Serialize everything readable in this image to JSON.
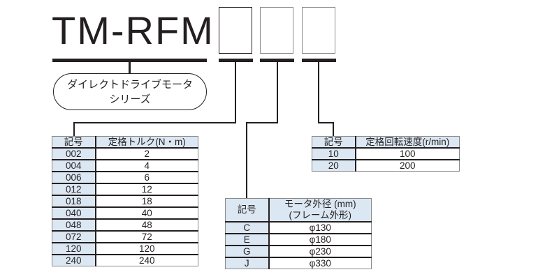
{
  "model": {
    "prefix": "TM-RFM",
    "series_label_line1": "ダイレクトドライブモータ",
    "series_label_line2": "シリーズ"
  },
  "torque_table": {
    "header_code": "記号",
    "header_value": "定格トルク(N・m)",
    "rows": [
      {
        "code": "002",
        "value": "2"
      },
      {
        "code": "004",
        "value": "4"
      },
      {
        "code": "006",
        "value": "6"
      },
      {
        "code": "012",
        "value": "12"
      },
      {
        "code": "018",
        "value": "18"
      },
      {
        "code": "040",
        "value": "40"
      },
      {
        "code": "048",
        "value": "48"
      },
      {
        "code": "072",
        "value": "72"
      },
      {
        "code": "120",
        "value": "120"
      },
      {
        "code": "240",
        "value": "240"
      }
    ]
  },
  "diameter_table": {
    "header_code": "記号",
    "header_value_line1": "モータ外径 (mm)",
    "header_value_line2": "(フレーム外形)",
    "rows": [
      {
        "code": "C",
        "value": "φ130"
      },
      {
        "code": "E",
        "value": "φ180"
      },
      {
        "code": "G",
        "value": "φ230"
      },
      {
        "code": "J",
        "value": "φ330"
      }
    ]
  },
  "speed_table": {
    "header_code": "記号",
    "header_value": "定格回転速度(r/min)",
    "rows": [
      {
        "code": "10",
        "value": "100"
      },
      {
        "code": "20",
        "value": "200"
      }
    ]
  }
}
